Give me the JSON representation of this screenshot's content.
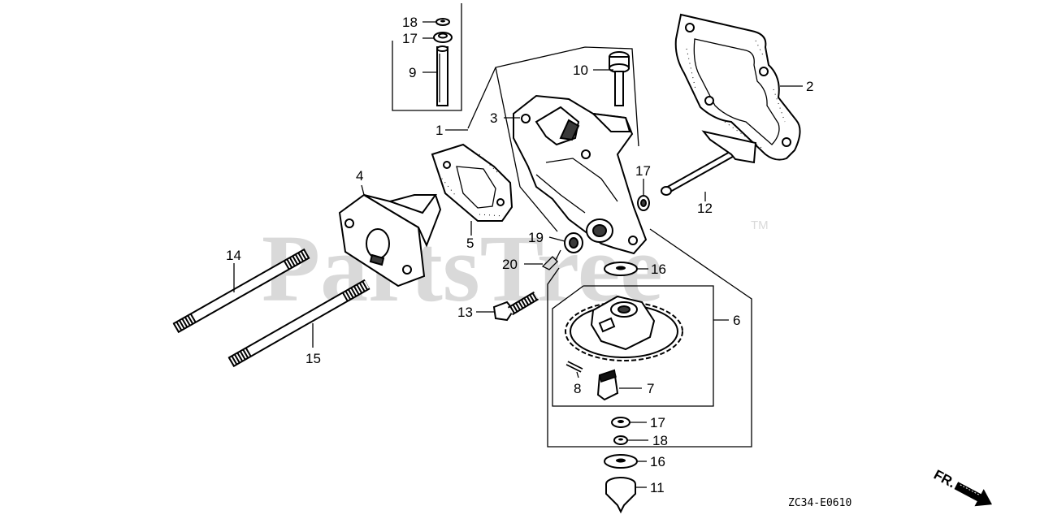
{
  "watermark": {
    "text": "PartsTree",
    "trademark": "TM"
  },
  "diagram_code": "ZC34-E0610",
  "front_indicator": "FR.",
  "callouts": [
    {
      "id": "c18a",
      "label": "18"
    },
    {
      "id": "c17a",
      "label": "17"
    },
    {
      "id": "c9",
      "label": "9"
    },
    {
      "id": "c10",
      "label": "10"
    },
    {
      "id": "c2",
      "label": "2"
    },
    {
      "id": "c3",
      "label": "3"
    },
    {
      "id": "c1",
      "label": "1"
    },
    {
      "id": "c17b",
      "label": "17"
    },
    {
      "id": "c12",
      "label": "12"
    },
    {
      "id": "c4",
      "label": "4"
    },
    {
      "id": "c5",
      "label": "5"
    },
    {
      "id": "c19",
      "label": "19"
    },
    {
      "id": "c20",
      "label": "20"
    },
    {
      "id": "c16a",
      "label": "16"
    },
    {
      "id": "c14",
      "label": "14"
    },
    {
      "id": "c13",
      "label": "13"
    },
    {
      "id": "c6",
      "label": "6"
    },
    {
      "id": "c15",
      "label": "15"
    },
    {
      "id": "c8",
      "label": "8"
    },
    {
      "id": "c7",
      "label": "7"
    },
    {
      "id": "c17c",
      "label": "17"
    },
    {
      "id": "c18b",
      "label": "18"
    },
    {
      "id": "c16b",
      "label": "16"
    },
    {
      "id": "c11",
      "label": "11"
    }
  ]
}
